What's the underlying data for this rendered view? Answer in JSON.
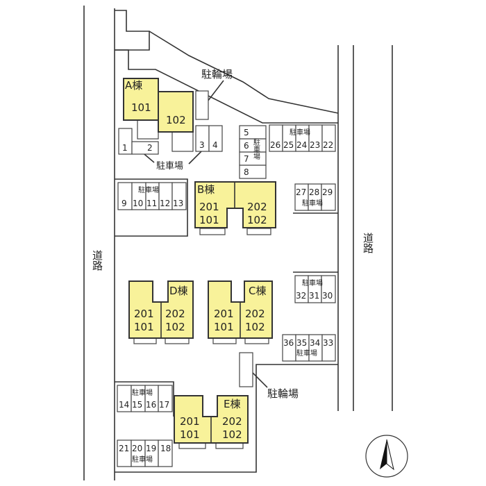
{
  "colors": {
    "building": "#f8f29a",
    "line": "#333333"
  },
  "roads": {
    "left": "道路",
    "right": "道路"
  },
  "bike_parking": {
    "north": "駐輪場",
    "south": "駐輪場"
  },
  "parking_label": "駐車場",
  "buildings": {
    "A": {
      "name": "A棟",
      "units": [
        "101",
        "102"
      ]
    },
    "B": {
      "name": "B棟",
      "left": [
        "201",
        "101"
      ],
      "right": [
        "202",
        "102"
      ]
    },
    "C": {
      "name": "C棟",
      "left": [
        "201",
        "101"
      ],
      "right": [
        "202",
        "102"
      ]
    },
    "D": {
      "name": "D棟",
      "left": [
        "201",
        "101"
      ],
      "right": [
        "202",
        "102"
      ]
    },
    "E": {
      "name": "E棟",
      "left": [
        "201",
        "101"
      ],
      "right": [
        "202",
        "102"
      ]
    }
  },
  "parking": {
    "p1_2": [
      "1",
      "2"
    ],
    "p3_4": [
      "3",
      "4"
    ],
    "p5_8": [
      "5",
      "6",
      "7",
      "8"
    ],
    "p22_26": [
      "26",
      "25",
      "24",
      "23",
      "22"
    ],
    "p9_13": [
      "9",
      "10",
      "11",
      "12",
      "13"
    ],
    "p27_29": [
      "27",
      "28",
      "29"
    ],
    "p30_32": [
      "32",
      "31",
      "30"
    ],
    "p33_36": [
      "36",
      "35",
      "34",
      "33"
    ],
    "p14_17": [
      "14",
      "15",
      "16",
      "17"
    ],
    "p18_21": [
      "21",
      "20",
      "19",
      "18"
    ]
  },
  "north_icon": "north-arrow-icon"
}
